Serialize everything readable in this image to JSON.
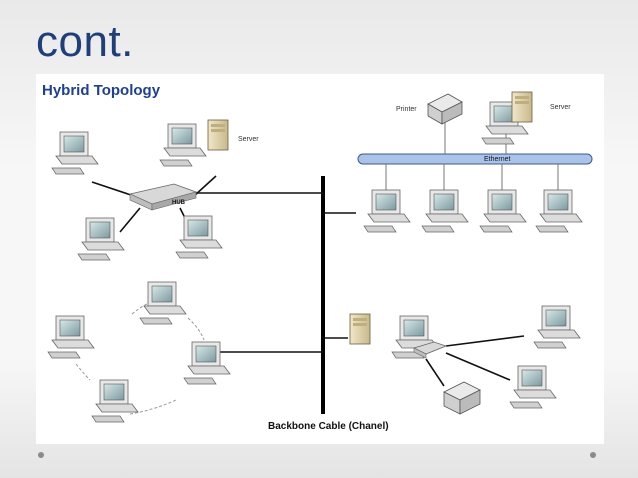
{
  "slide": {
    "title": "cont."
  },
  "diagram": {
    "title": "Hybrid Topology",
    "labels": {
      "server_left": "Server",
      "hub": "HUB",
      "printer": "Printer",
      "server_right": "Server",
      "ethernet": "Ethernet",
      "backbone": "Backbone Cable (Chanel)"
    }
  },
  "colors": {
    "title": "#1f3f7a",
    "diagram_title": "#1f3f93",
    "ethernet_bar": "#a9c4e8",
    "backbone": "#000000"
  },
  "icons": [
    "computer-icon",
    "server-icon",
    "hub-icon",
    "printer-icon",
    "ethernet-bus-icon"
  ]
}
